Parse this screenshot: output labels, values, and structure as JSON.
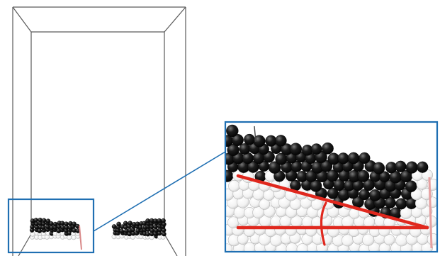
{
  "scene": {
    "kind": "granular-particle-container",
    "particle_colors": {
      "dark": "#111111",
      "dark_highlight": "#6a6a6a",
      "light": "#ffffff",
      "light_outline": "#b9b9b9"
    },
    "container_line_color": "#5a5a5a",
    "corner_marker_color": "#d98a8a"
  },
  "callout": {
    "frame_color": "#1f6fb2",
    "connector_color": "#1f6fb2",
    "zoom_target": "left-particle-pile"
  },
  "annotation": {
    "color": "#e0281e",
    "marks": [
      "horizontal-reference-line",
      "inclined-surface-line",
      "angle-arc"
    ]
  }
}
